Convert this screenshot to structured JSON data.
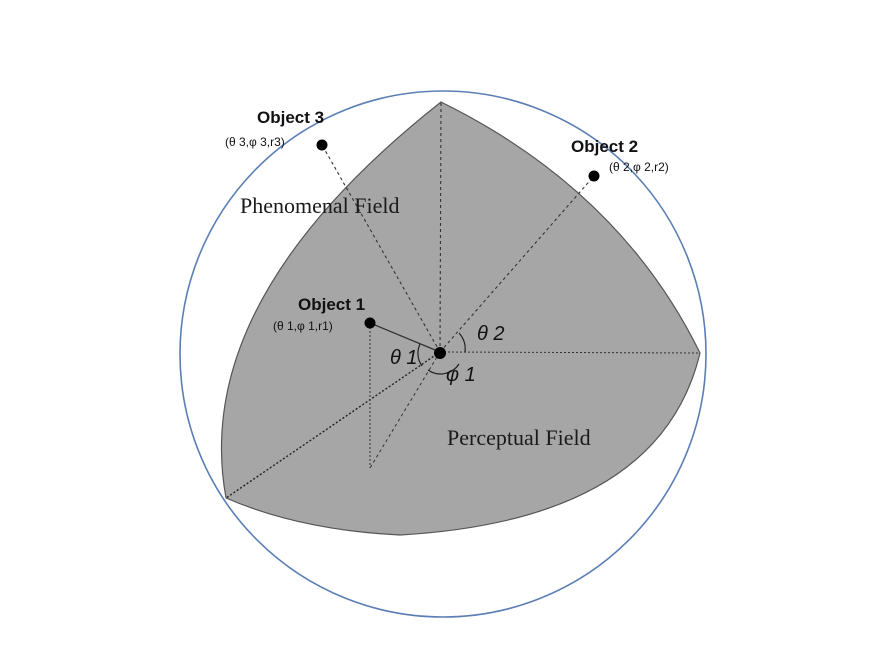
{
  "labels": {
    "phenomenal_field": "Phenomenal Field",
    "perceptual_field": "Perceptual Field",
    "theta1": "θ 1",
    "phi1": "φ 1",
    "theta2": "θ 2"
  },
  "objects": [
    {
      "title": "Object 1",
      "coords": "(θ 1,φ 1,r1)"
    },
    {
      "title": "Object 2",
      "coords": "(θ 2,φ 2,r2)"
    },
    {
      "title": "Object 3",
      "coords": "(θ 3,φ 3,r3)"
    }
  ],
  "colors": {
    "sphere_outline": "#5b7fb5",
    "field_fill": "#a6a6a6",
    "field_edge": "#555555",
    "lines": "#333333"
  }
}
